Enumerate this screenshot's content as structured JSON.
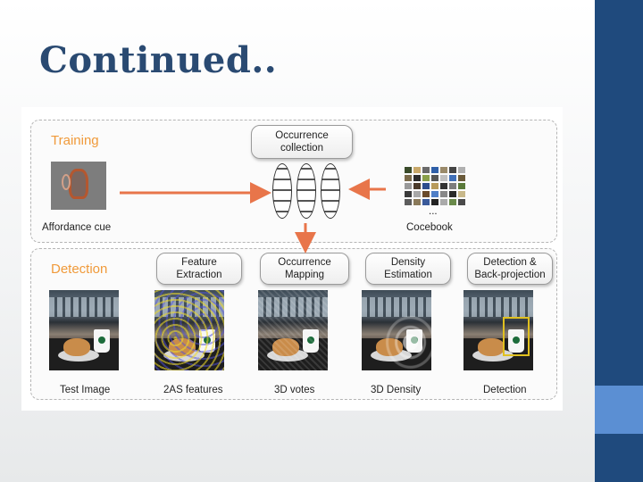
{
  "slide": {
    "title": "Continued.."
  },
  "figure": {
    "training": {
      "title": "Training",
      "affordance_label": "Affordance cue",
      "occurrence_box": [
        "Occurrence",
        "collection"
      ],
      "codebook_label": "Cocebook",
      "codebook_ellipsis": "..."
    },
    "detection": {
      "title": "Detection",
      "stages": [
        {
          "line1": "Feature",
          "line2": "Extraction"
        },
        {
          "line1": "Occurrence",
          "line2": "Mapping"
        },
        {
          "line1": "Density",
          "line2": "Estimation"
        },
        {
          "line1": "Detection &",
          "line2": "Back-projection"
        }
      ],
      "captions": [
        "Test Image",
        "2AS features",
        "3D votes",
        "3D Density",
        "Detection"
      ]
    }
  },
  "colors": {
    "accent_bar": "#1f4a7d",
    "accent_square": "#5b8fd3",
    "panel_title": "#f09a3a",
    "arrow": "#e8754a"
  }
}
